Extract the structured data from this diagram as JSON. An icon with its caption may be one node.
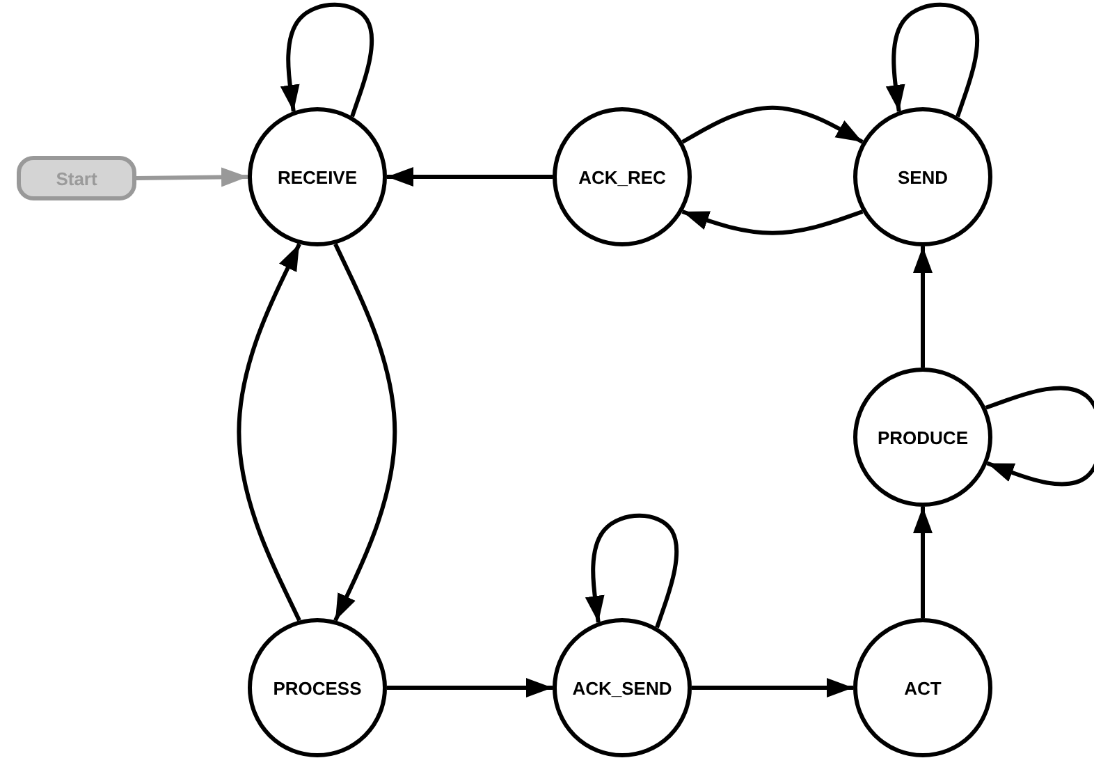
{
  "diagram": {
    "nodes": [
      {
        "text": [
          "Start"
        ]
      },
      {
        "text": [
          "RECEIVE"
        ]
      },
      {
        "text": [
          "ACK_REC"
        ]
      },
      {
        "text": [
          "SEND"
        ]
      },
      {
        "text": [
          "PRODUCE"
        ]
      },
      {
        "text": [
          "PROCESS"
        ]
      },
      {
        "text": [
          "ACK_SEND"
        ]
      },
      {
        "text": [
          "ACT"
        ]
      }
    ],
    "edges": [
      {
        "from": 0,
        "to": 1,
        "arrow": "to",
        "color": "#999999"
      },
      {
        "from": 1,
        "to": 1,
        "arrow": "to"
      },
      {
        "from": 2,
        "to": 1,
        "arrow": "to"
      },
      {
        "from": 2,
        "to": 3,
        "arrow": "to"
      },
      {
        "from": 3,
        "to": 2,
        "arrow": "to"
      },
      {
        "from": 3,
        "to": 3,
        "arrow": "to"
      },
      {
        "from": 4,
        "to": 3,
        "arrow": "to"
      },
      {
        "from": 4,
        "to": 4,
        "arrow": "to"
      },
      {
        "from": 7,
        "to": 4,
        "arrow": "to"
      },
      {
        "from": 6,
        "to": 7,
        "arrow": "to"
      },
      {
        "from": 5,
        "to": 6,
        "arrow": "to"
      },
      {
        "from": 6,
        "to": 6,
        "arrow": "to"
      },
      {
        "from": 1,
        "to": 5,
        "arrow": "to"
      },
      {
        "from": 5,
        "to": 1,
        "arrow": "to"
      }
    ]
  }
}
